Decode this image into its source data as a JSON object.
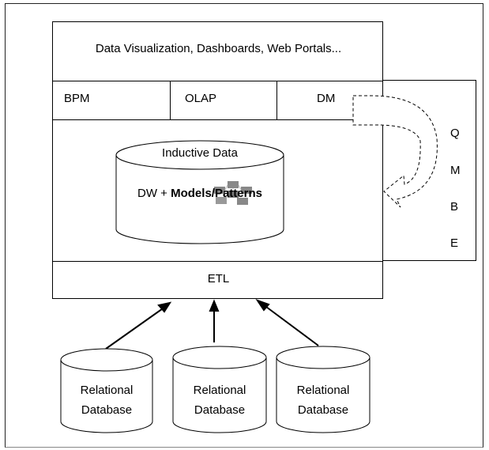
{
  "header": {
    "visualization_label": "Data Visualization, Dashboards, Web Portals..."
  },
  "tools": {
    "bpm": "BPM",
    "olap": "OLAP",
    "dm": "DM"
  },
  "qmbe": {
    "q": "Q",
    "m": "M",
    "b": "B",
    "e": "E"
  },
  "warehouse": {
    "cylinder_title": "Inductive Data",
    "content_prefix": "DW + ",
    "content_bold": "Models/Patterns",
    "overlay_icon": "grid-nodes-icon"
  },
  "etl": {
    "label": "ETL"
  },
  "sources": [
    {
      "line1": "Relational",
      "line2": "Database"
    },
    {
      "line1": "Relational",
      "line2": "Database"
    },
    {
      "line1": "Relational",
      "line2": "Database"
    }
  ]
}
